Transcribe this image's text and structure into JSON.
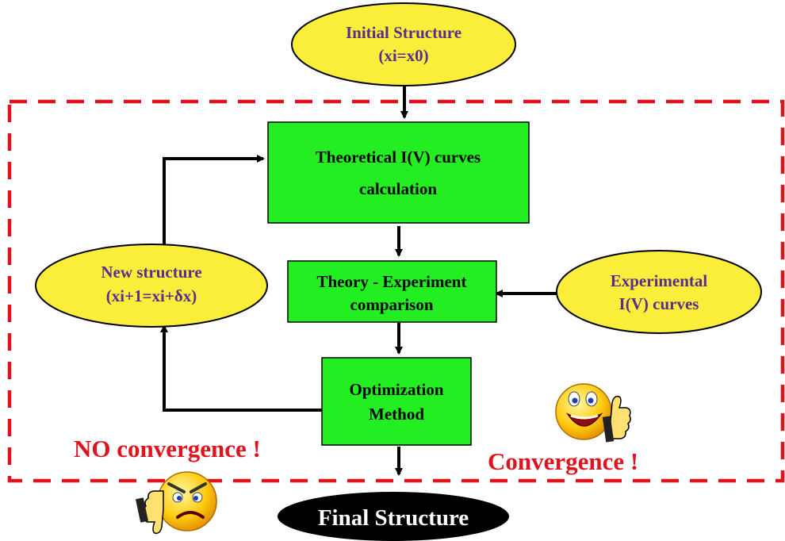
{
  "nodes": {
    "initial": {
      "line1": "Initial Structure",
      "line2": "(xi=x0)"
    },
    "theoretical": {
      "line1": "Theoretical I(V) curves",
      "line2": "calculation"
    },
    "comparison": {
      "line1": "Theory - Experiment",
      "line2": "comparison"
    },
    "optimization": {
      "line1": "Optimization",
      "line2": "Method"
    },
    "new_structure": {
      "line1": "New structure",
      "line2": "(xi+1=xi+δx)"
    },
    "experimental": {
      "line1": "Experimental",
      "line2": "I(V) curves"
    },
    "final": {
      "label": "Final Structure"
    }
  },
  "annotations": {
    "no_convergence": "NO convergence !",
    "convergence": "Convergence !"
  },
  "colors": {
    "ellipse_fill": "#fbee3a",
    "box_fill": "#22ee22",
    "label_purple": "#5a2d8c",
    "dashed_border": "#e0141e",
    "final_fill": "#000000"
  },
  "icons": {
    "thumbs_up": "smiley-thumbs-up-icon",
    "thumbs_down": "angry-thumbs-down-icon"
  }
}
